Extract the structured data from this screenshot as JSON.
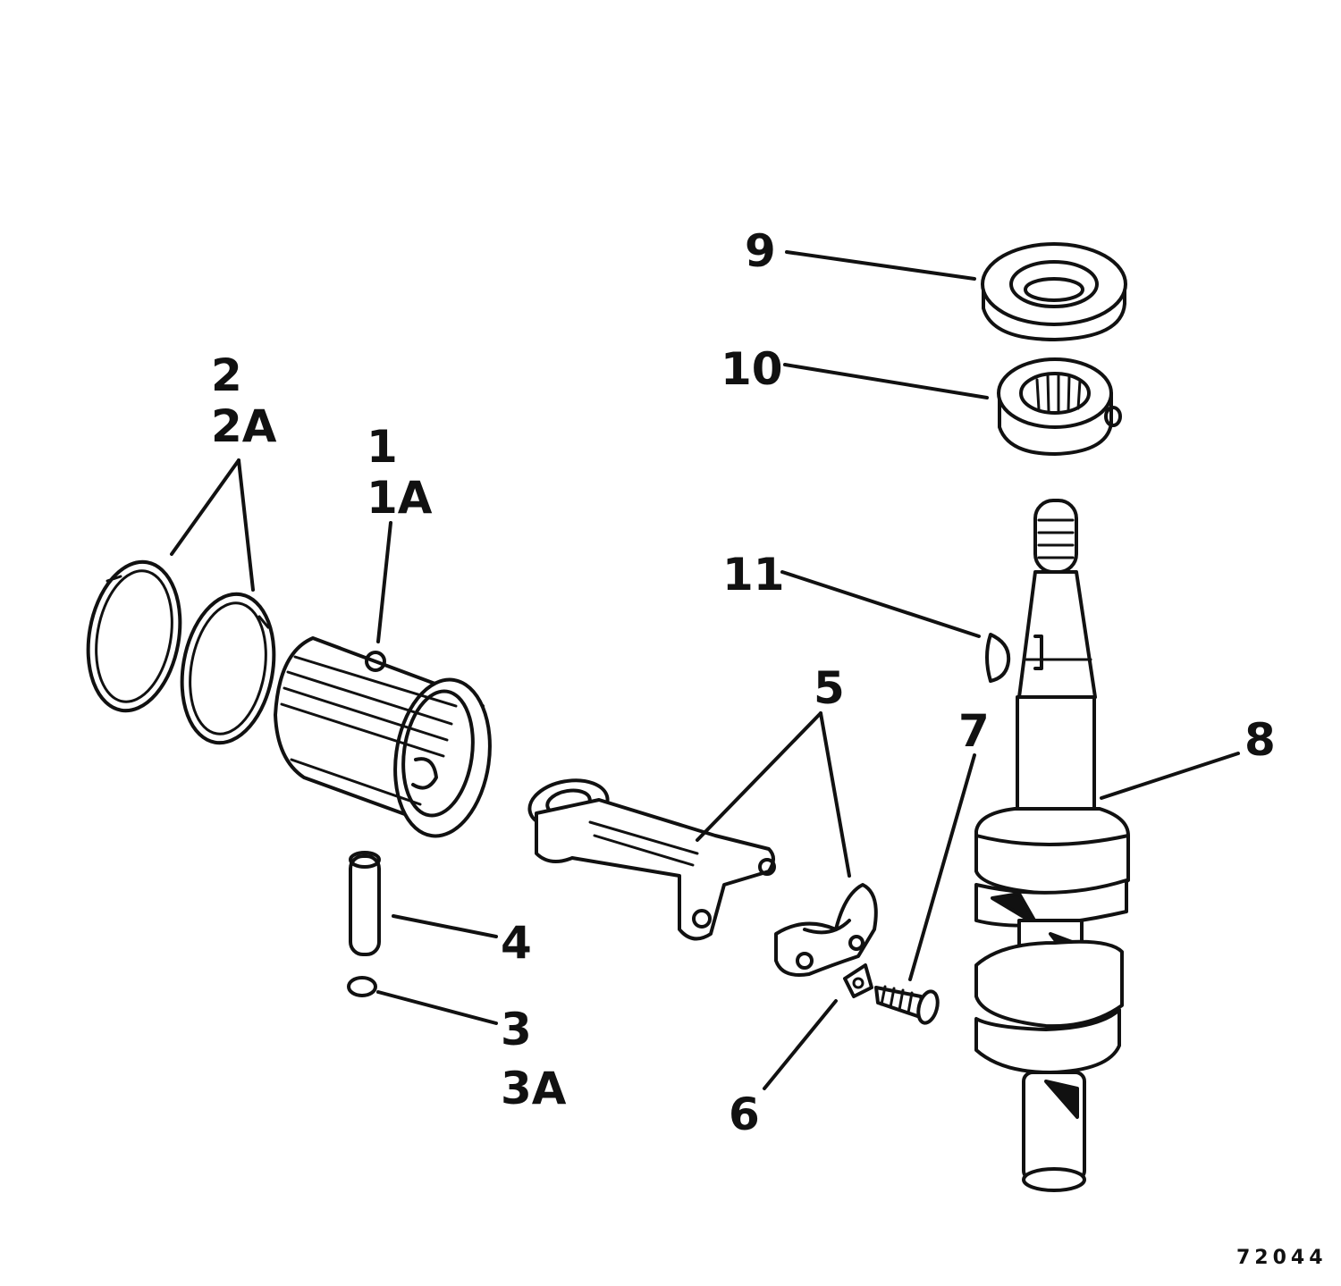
{
  "figure_id": "72044",
  "callouts": {
    "c1": "1",
    "c1a": "1A",
    "c2": "2",
    "c2a": "2A",
    "c3": "3",
    "c3a": "3A",
    "c4": "4",
    "c5": "5",
    "c6": "6",
    "c7": "7",
    "c8": "8",
    "c9": "9",
    "c10": "10",
    "c11": "11"
  },
  "colors": {
    "ink": "#111111",
    "paper": "#ffffff"
  }
}
